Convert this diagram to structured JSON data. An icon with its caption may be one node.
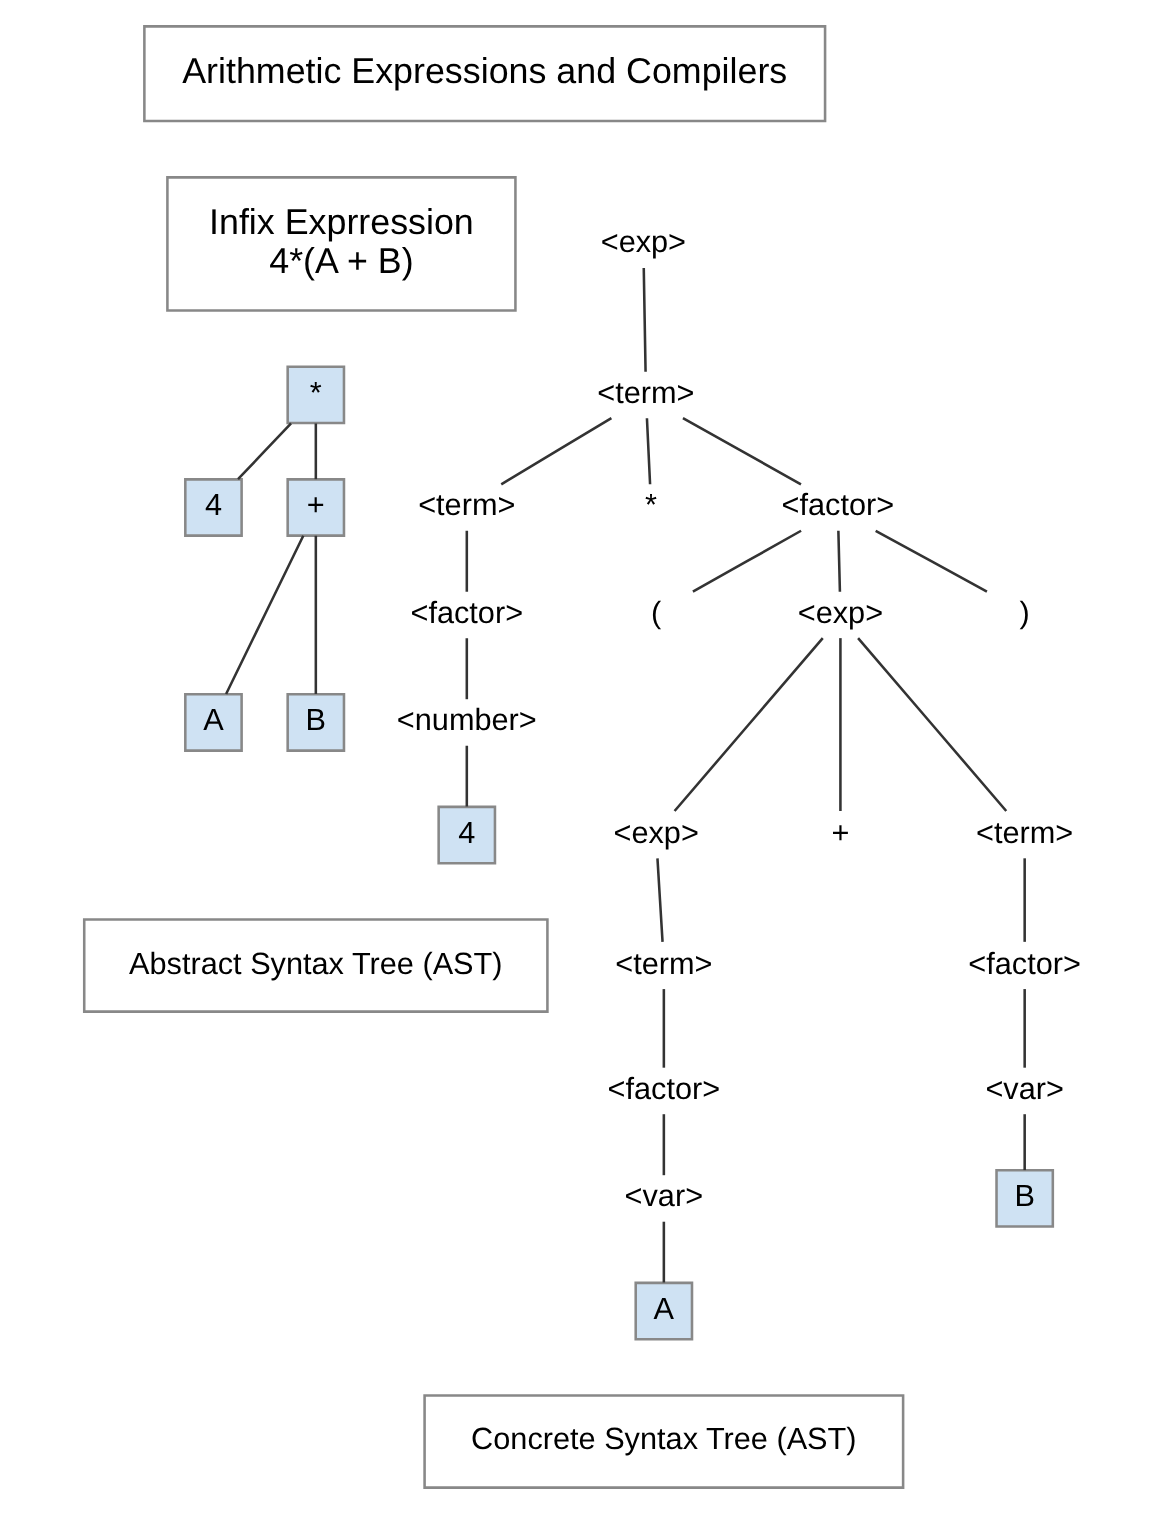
{
  "diagram": {
    "nodes": [
      {
        "text": [
          "Arithmetic Expressions and Compilers"
        ]
      },
      {
        "text": [
          "Infix Exprression",
          "4*(A + B)"
        ]
      },
      {
        "text": [
          "*"
        ]
      },
      {
        "text": [
          "4"
        ]
      },
      {
        "text": [
          "+"
        ]
      },
      {
        "text": [
          "A"
        ]
      },
      {
        "text": [
          "B"
        ]
      },
      {
        "text": [
          "Abstract Syntax Tree (AST)"
        ]
      },
      {
        "text": [
          "<exp>"
        ]
      },
      {
        "text": [
          "<term>"
        ]
      },
      {
        "text": [
          "<term>"
        ]
      },
      {
        "text": [
          "*"
        ]
      },
      {
        "text": [
          "<factor>"
        ]
      },
      {
        "text": [
          "<factor>"
        ]
      },
      {
        "text": [
          "("
        ]
      },
      {
        "text": [
          "<exp>"
        ]
      },
      {
        "text": [
          ")"
        ]
      },
      {
        "text": [
          "<number>"
        ]
      },
      {
        "text": [
          "4"
        ]
      },
      {
        "text": [
          "<exp>"
        ]
      },
      {
        "text": [
          "+"
        ]
      },
      {
        "text": [
          "<term>"
        ]
      },
      {
        "text": [
          "<term>"
        ]
      },
      {
        "text": [
          "<factor>"
        ]
      },
      {
        "text": [
          "<factor>"
        ]
      },
      {
        "text": [
          "<var>"
        ]
      },
      {
        "text": [
          "<var>"
        ]
      },
      {
        "text": [
          "B"
        ]
      },
      {
        "text": [
          "A"
        ]
      },
      {
        "text": [
          "Concrete Syntax Tree (AST)"
        ]
      }
    ],
    "edges": [
      {
        "from": 2,
        "to": 3,
        "arrow": "none"
      },
      {
        "from": 2,
        "to": 4,
        "arrow": "none"
      },
      {
        "from": 4,
        "to": 5,
        "arrow": "none"
      },
      {
        "from": 4,
        "to": 6,
        "arrow": "none"
      },
      {
        "from": 8,
        "to": 9,
        "arrow": "none"
      },
      {
        "from": 9,
        "to": 10,
        "arrow": "none"
      },
      {
        "from": 9,
        "to": 11,
        "arrow": "none"
      },
      {
        "from": 9,
        "to": 12,
        "arrow": "none"
      },
      {
        "from": 10,
        "to": 13,
        "arrow": "none"
      },
      {
        "from": 12,
        "to": 14,
        "arrow": "none"
      },
      {
        "from": 12,
        "to": 15,
        "arrow": "none"
      },
      {
        "from": 12,
        "to": 16,
        "arrow": "none"
      },
      {
        "from": 13,
        "to": 17,
        "arrow": "none"
      },
      {
        "from": 17,
        "to": 18,
        "arrow": "none"
      },
      {
        "from": 15,
        "to": 19,
        "arrow": "none"
      },
      {
        "from": 15,
        "to": 20,
        "arrow": "none"
      },
      {
        "from": 15,
        "to": 21,
        "arrow": "none"
      },
      {
        "from": 19,
        "to": 22,
        "arrow": "none"
      },
      {
        "from": 21,
        "to": 23,
        "arrow": "none"
      },
      {
        "from": 22,
        "to": 24,
        "arrow": "none"
      },
      {
        "from": 23,
        "to": 25,
        "arrow": "none"
      },
      {
        "from": 24,
        "to": 26,
        "arrow": "none"
      },
      {
        "from": 25,
        "to": 27,
        "arrow": "none"
      },
      {
        "from": 26,
        "to": 28,
        "arrow": "none"
      }
    ]
  }
}
